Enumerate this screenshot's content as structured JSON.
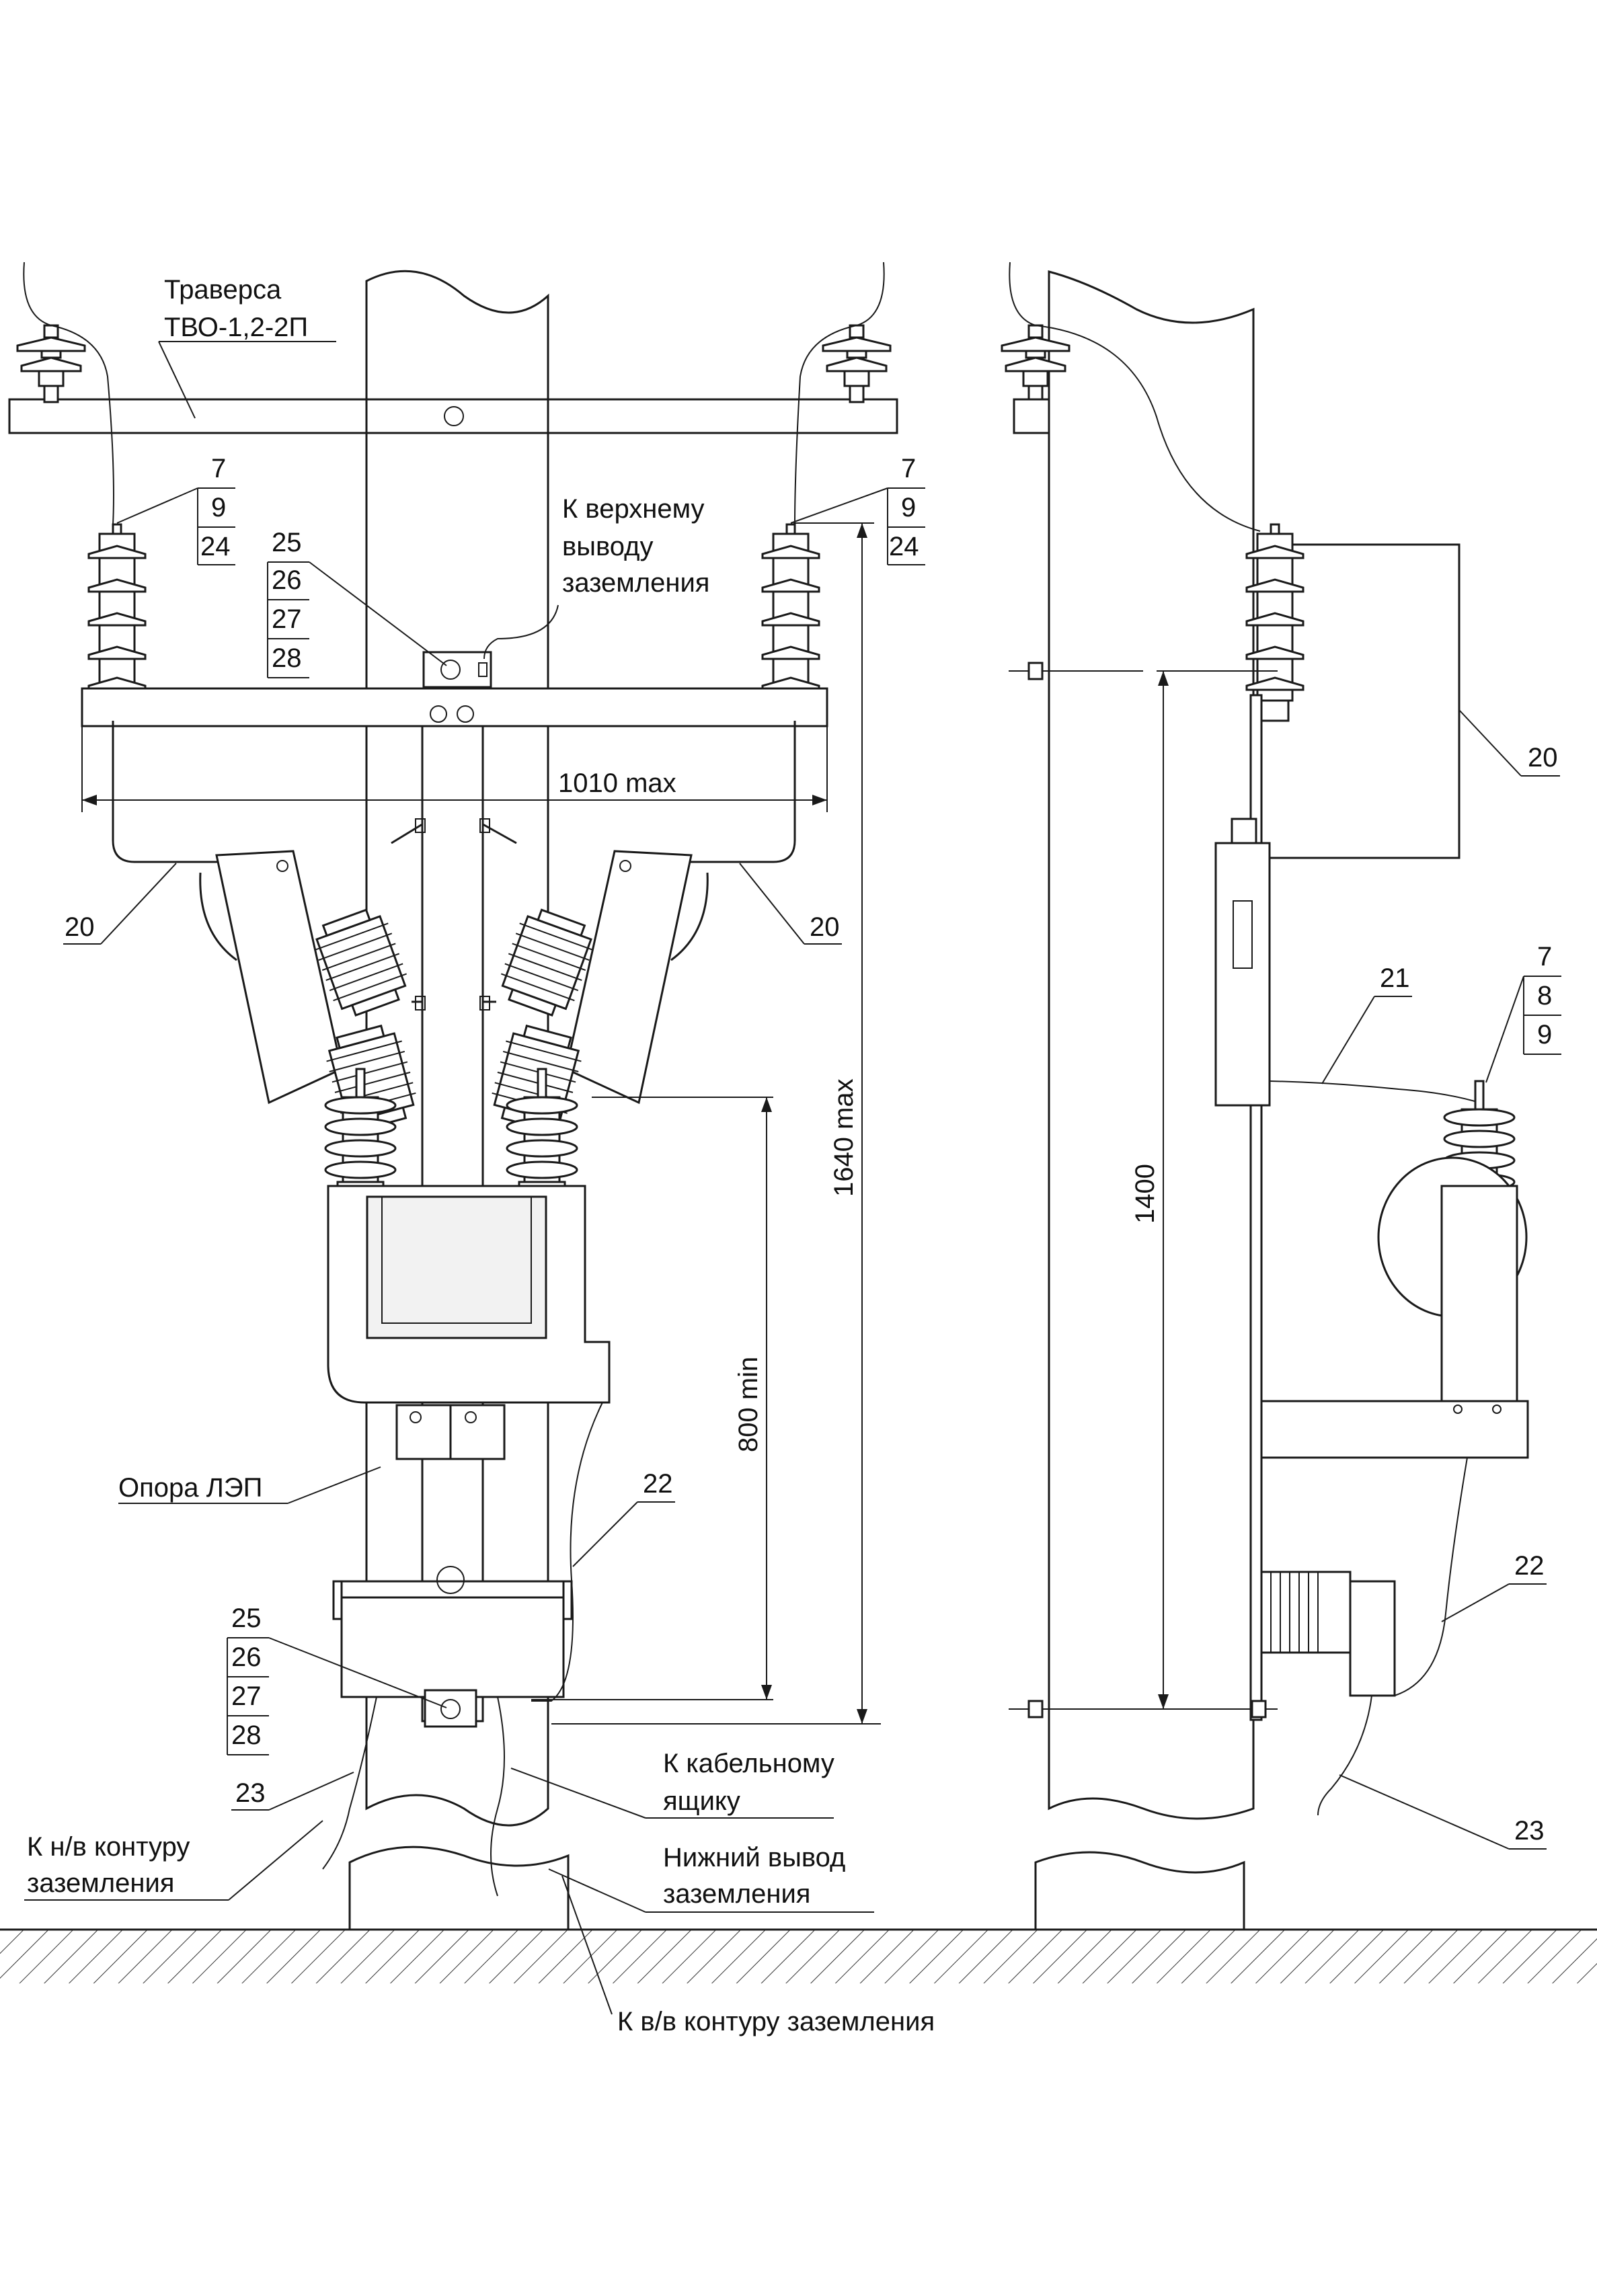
{
  "labels": {
    "traverse_line1": "Траверса",
    "traverse_line2": "ТВО-1,2-2П",
    "upper_ground_line1": "К верхнему",
    "upper_ground_line2": "выводу",
    "upper_ground_line3": "заземления",
    "pole": "Опора ЛЭП",
    "cable_box_line1": "К кабельному",
    "cable_box_line2": "ящику",
    "lower_ground_line1": "Нижний вывод",
    "lower_ground_line2": "заземления",
    "lv_ground_line1": "К н/в контуру",
    "lv_ground_line2": "заземления",
    "hv_ground": "К в/в контуру заземления"
  },
  "dimensions": {
    "width_max": "1010 max",
    "height_max": "1640 max",
    "min_clearance": "800 min",
    "side_height": "1400"
  },
  "positions": {
    "left_stack": [
      "7",
      "9",
      "24"
    ],
    "right_stack": [
      "7",
      "9",
      "24"
    ],
    "upper_bolt_stack": [
      "25",
      "26",
      "27",
      "28"
    ],
    "lower_bolt_stack": [
      "25",
      "26",
      "27",
      "28"
    ],
    "side_stack": [
      "7",
      "8",
      "9"
    ],
    "p20_left": "20",
    "p20_right": "20",
    "p20_side": "20",
    "p21": "21",
    "p22_front": "22",
    "p22_side": "22",
    "p23_front": "23",
    "p23_side": "23"
  },
  "colors": {
    "line": "#1a1a1a",
    "paper": "#ffffff",
    "fill_light": "#f2f2f2"
  }
}
